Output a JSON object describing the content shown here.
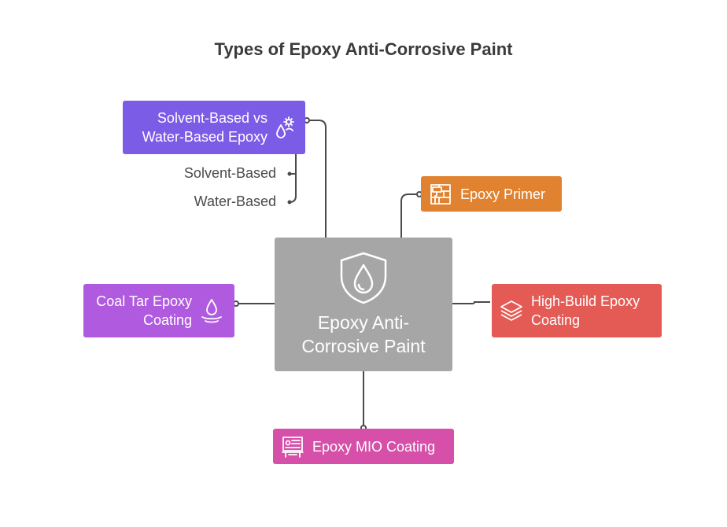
{
  "title": "Types of Epoxy Anti-Corrosive Paint",
  "central": {
    "line1": "Epoxy Anti-",
    "line2": "Corrosive Paint",
    "icon": "shield-drop-icon",
    "color": "#a6a6a6"
  },
  "nodes": {
    "solvent": {
      "line1": "Solvent-Based vs",
      "line2": "Water-Based Epoxy",
      "icon": "chemistry-gear-icon",
      "color": "#7b5ce6",
      "children": [
        "Solvent-Based",
        "Water-Based"
      ]
    },
    "primer": {
      "label": "Epoxy Primer",
      "icon": "paint-roller-wall-icon",
      "color": "#e0822f"
    },
    "coal": {
      "line1": "Coal Tar Epoxy",
      "line2": "Coating",
      "icon": "water-drop-icon",
      "color": "#b05ae0"
    },
    "high": {
      "line1": "High-Build Epoxy",
      "line2": "Coating",
      "icon": "layers-icon",
      "color": "#e45a54"
    },
    "mio": {
      "label": "Epoxy MIO Coating",
      "icon": "equipment-panel-icon",
      "color": "#d64fa8"
    }
  }
}
